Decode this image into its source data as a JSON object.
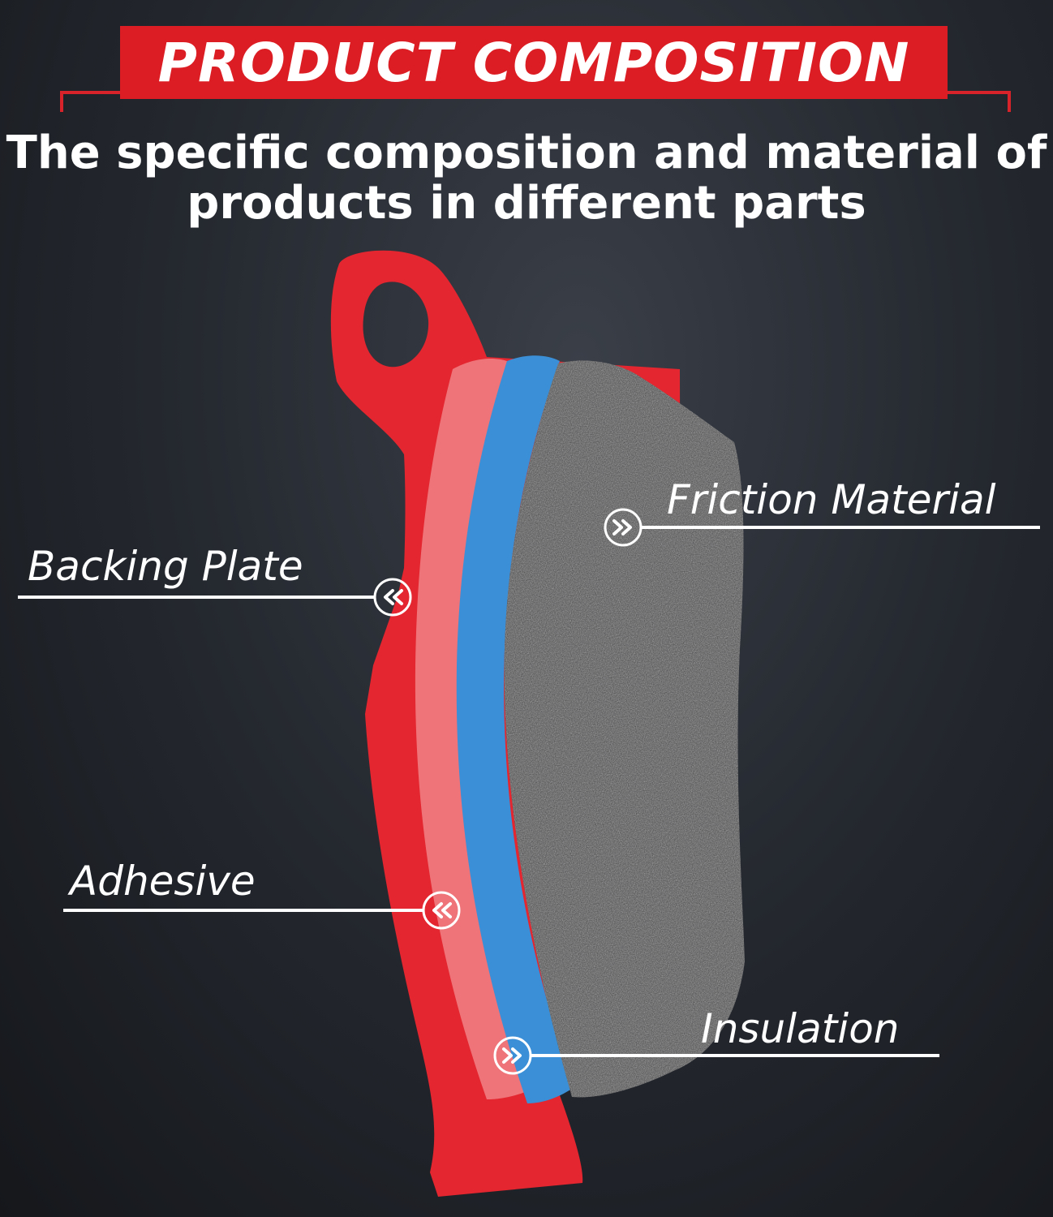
{
  "header": {
    "banner_title": "PRODUCT COMPOSITION",
    "subtitle_line1": "The specific composition and material of",
    "subtitle_line2": "products in different parts"
  },
  "labels": {
    "friction_material": "Friction Material",
    "backing_plate": "Backing Plate",
    "adhesive": "Adhesive",
    "insulation": "Insulation"
  },
  "colors": {
    "banner_red": "#dc1e24",
    "backing_plate_red": "#e3262f",
    "adhesive_pink": "#ee7479",
    "insulation_blue": "#3a8fd6",
    "friction_gray": "#3c3c3e"
  },
  "icons": {
    "arrow_right": "double-chevron-right-icon",
    "arrow_left": "double-chevron-left-icon"
  }
}
